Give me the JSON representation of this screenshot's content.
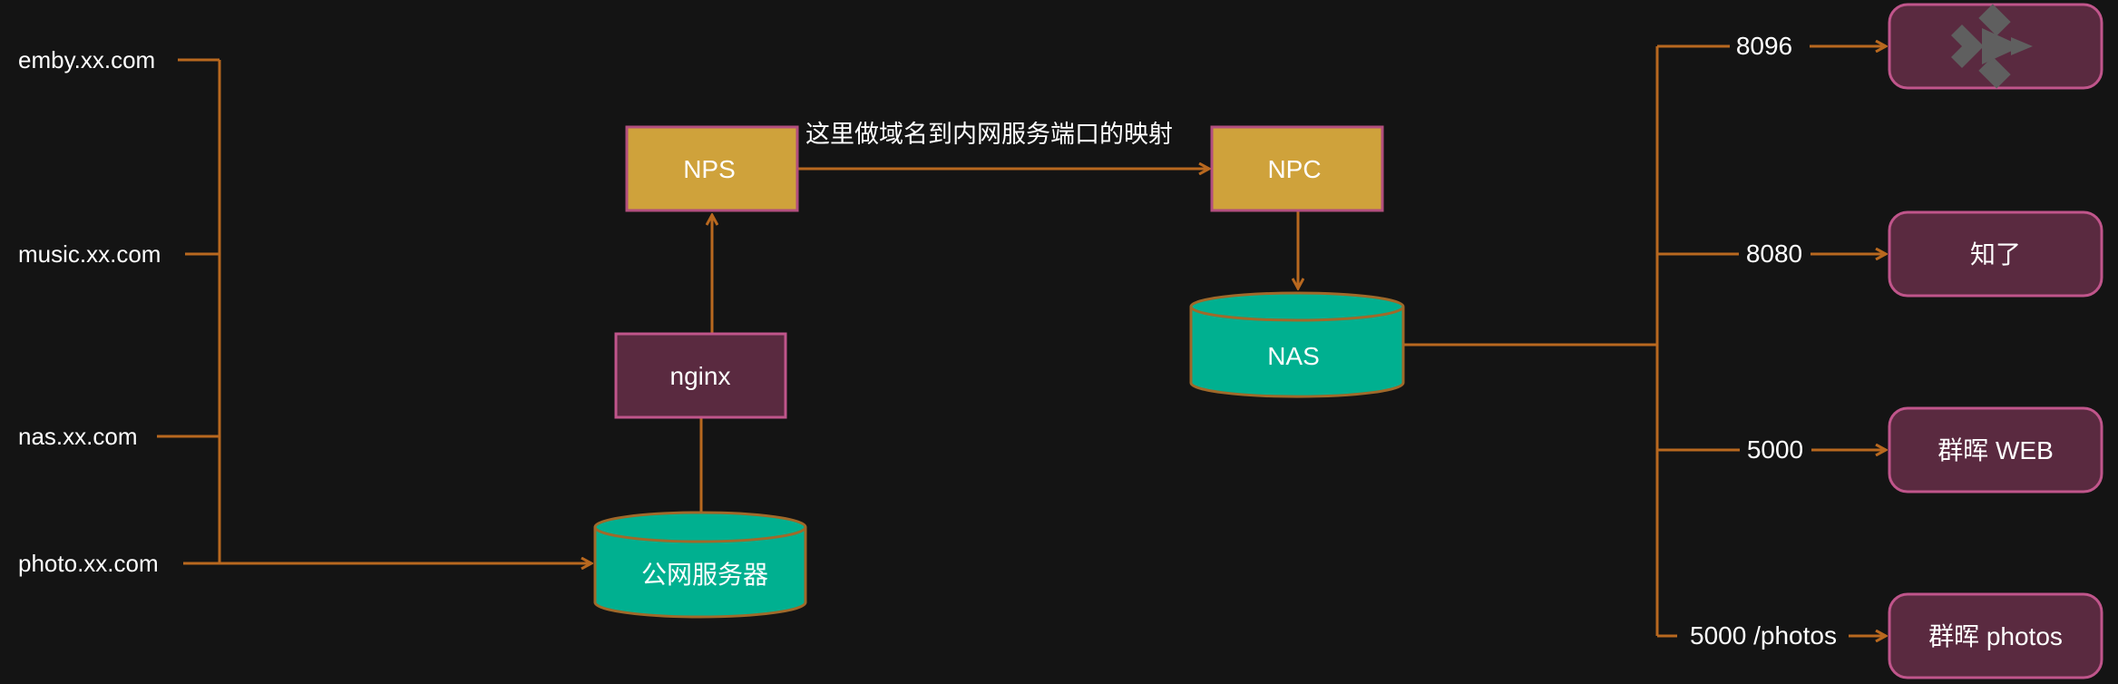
{
  "domains": [
    "emby.xx.com",
    "music.xx.com",
    "nas.xx.com",
    "photo.xx.com"
  ],
  "nodes": {
    "public_server": "公网服务器",
    "nginx": "nginx",
    "nps": "NPS",
    "npc": "NPC",
    "nas": "NAS"
  },
  "mapping_label": "这里做域名到内网服务端口的映射",
  "ports": [
    "8096",
    "8080",
    "5000",
    "5000 /photos"
  ],
  "services": [
    {
      "label": "",
      "icon": "emby-logo-icon"
    },
    {
      "label": "知了",
      "icon": ""
    },
    {
      "label": "群晖 WEB",
      "icon": ""
    },
    {
      "label": "群晖 photos",
      "icon": ""
    }
  ],
  "colors": {
    "background": "#141414",
    "edge": "#b8681f",
    "proxy_fill": "#cfa23b",
    "proxy_stroke": "#b24f7e",
    "box_fill": "#5a2a40",
    "box_stroke": "#c0558b",
    "db_fill": "#00b090",
    "db_stroke": "#a0692a"
  }
}
